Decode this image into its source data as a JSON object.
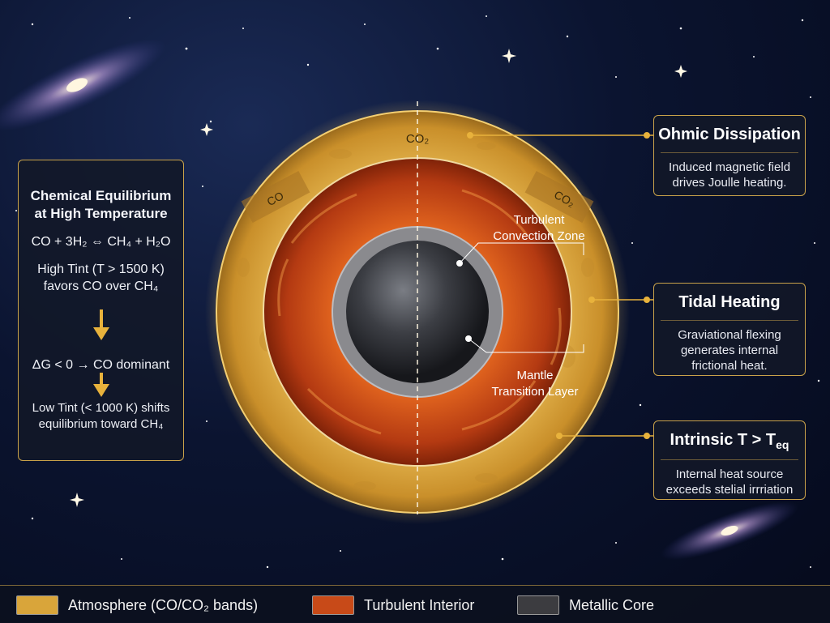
{
  "left_panel": {
    "title_line1": "Chemical Equilibrium",
    "title_line2": "at High Temperature",
    "equation": "CO + 3H₂ ⇔ CH₄ + H₂O",
    "high_line1": "High Tint (T > 1500 K)",
    "high_line2": "favors CO over CH₄",
    "delta": "ΔG < 0 → CO dominant",
    "low_line1": "Low Tint (< 1000 K) shifts",
    "low_line2": "equilibrium toward CH₄"
  },
  "planet_labels": {
    "co2_top": "CO₂",
    "co_left": "CO",
    "co2_right": "CO₂",
    "convection_line1": "Turbulent",
    "convection_line2": "Convection Zone",
    "mantle_line1": "Mantle",
    "mantle_line2": "Transition Layer"
  },
  "callouts": [
    {
      "title": "Ohmic Dissipation",
      "line1": "Induced magnetic field",
      "line2": "drives Joulle heating.",
      "line3": ""
    },
    {
      "title": "Tidal Heating",
      "line1": "Graviational flexing",
      "line2": "generates internal",
      "line3": "frictional heat."
    },
    {
      "title": "Intrinsic T > T",
      "title_sub": "eq",
      "line1": "Internal heat source",
      "line2": "exceeds stelial irrriation",
      "line3": ""
    }
  ],
  "legend": [
    {
      "label": "Atmosphere (CO/CO₂ bands)",
      "color": "#d9a53a"
    },
    {
      "label": "Turbulent Interior",
      "color": "#c84a18"
    },
    {
      "label": "Metallic Core",
      "color": "#3c3c40"
    }
  ],
  "colors": {
    "accent": "#e8b23c",
    "atmosphere": "#d9a53a",
    "interior": "#c84a18",
    "core": "#3c3c40"
  }
}
